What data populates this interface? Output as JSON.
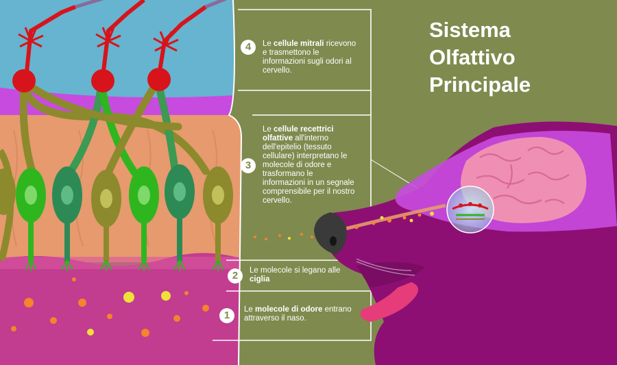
{
  "title_lines": [
    "Sistema",
    "Olfattivo",
    "Principale"
  ],
  "steps": [
    {
      "number": "4",
      "pre": "Le ",
      "bold": "cellule mitrali",
      "post": " ricevono e trasmettono le informazioni sugli odori al cervello."
    },
    {
      "number": "3",
      "pre": "Le ",
      "bold": "cellule recettrici olfattive",
      "post": " all'interno dell'epitelio (tessuto cellulare) interpretano le molecole di odore e trasformano le informazioni in un segnale comprensibile per il nostro cervello."
    },
    {
      "number": "2",
      "pre": "Le molecole si legano alle ",
      "bold": "ciglia",
      "post": ""
    },
    {
      "number": "1",
      "pre": "Le ",
      "bold": "molecole di odore",
      "post": " entrano attraverso il naso."
    }
  ],
  "colors": {
    "background": "#7f8a4f",
    "cortex": "#66b4cf",
    "bulb_band": "#c84be0",
    "epithelium": "#e69a6e",
    "mucus": "#c23c90",
    "mitral_cells": "#d7141c",
    "receptor_green": "#2fb61f",
    "receptor_olive": "#8c8a2c",
    "head": "#8e0f73",
    "brain": "#f08fb4"
  }
}
